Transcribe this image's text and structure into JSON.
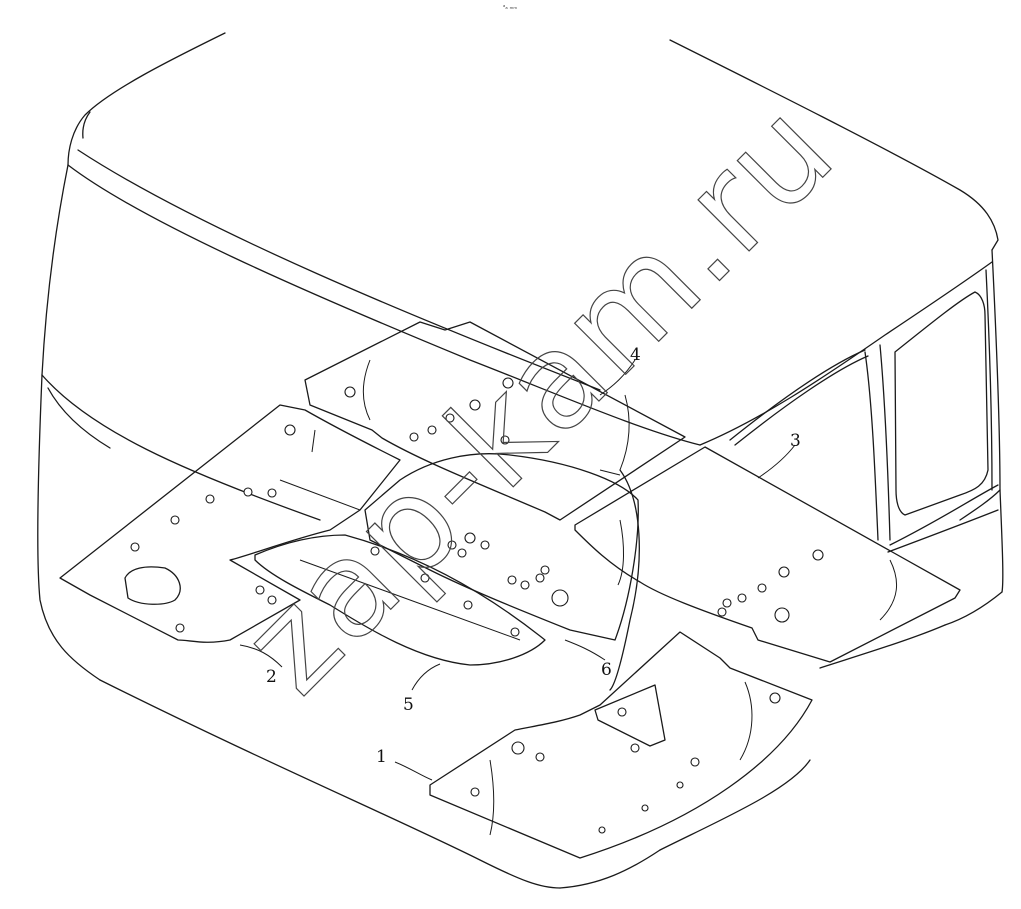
{
  "diagram": {
    "top_mark": "ᵃₐ ₘₘ",
    "watermark": "zap-kam.ru",
    "callouts": [
      {
        "id": "1",
        "label": "1"
      },
      {
        "id": "2",
        "label": "2"
      },
      {
        "id": "3",
        "label": "3"
      },
      {
        "id": "4",
        "label": "4"
      },
      {
        "id": "5",
        "label": "5"
      },
      {
        "id": "6",
        "label": "6"
      }
    ]
  },
  "colors": {
    "line": "#1a1a1a",
    "background": "#ffffff"
  }
}
